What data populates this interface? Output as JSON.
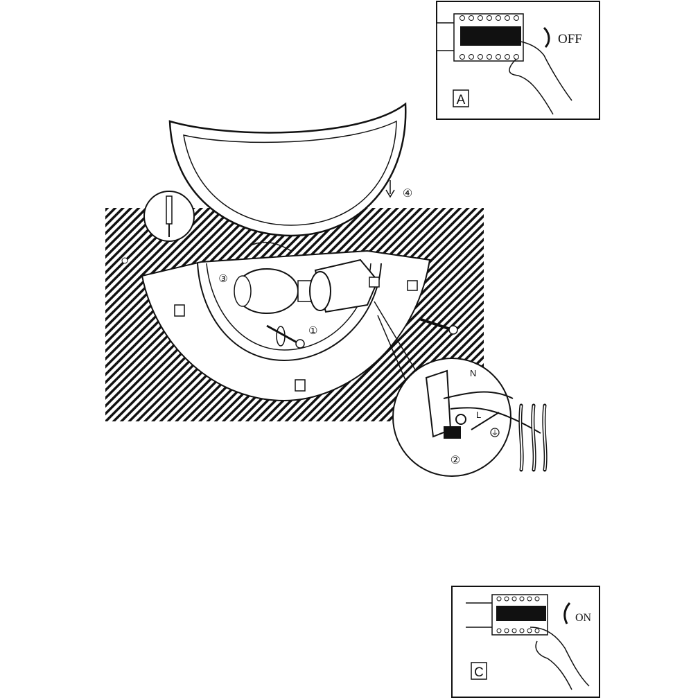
{
  "panel_a": {
    "label": "A",
    "switch_text": "OFF"
  },
  "panel_c": {
    "label": "C",
    "switch_text": "ON"
  },
  "steps": {
    "step1": "①",
    "step2": "②",
    "step3": "③",
    "step4": "④"
  },
  "wiring": {
    "neutral": "N",
    "live": "L",
    "earth": "⏚"
  },
  "colors": {
    "ink": "#111111",
    "background": "#ffffff"
  }
}
